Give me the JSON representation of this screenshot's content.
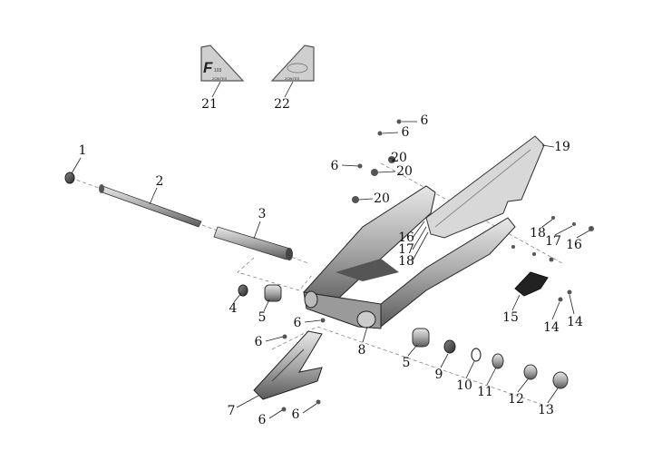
{
  "diagram": {
    "decals": [
      {
        "logo_text": "F",
        "sub_text": "ZONTES"
      },
      {
        "logo_text": "",
        "sub_text": "ZONTES"
      }
    ],
    "callouts": [
      {
        "label": "1"
      },
      {
        "label": "2"
      },
      {
        "label": "3"
      },
      {
        "label": "4"
      },
      {
        "label": "5"
      },
      {
        "label": "6"
      },
      {
        "label": "6"
      },
      {
        "label": "7"
      },
      {
        "label": "6"
      },
      {
        "label": "6"
      },
      {
        "label": "8"
      },
      {
        "label": "5"
      },
      {
        "label": "9"
      },
      {
        "label": "10"
      },
      {
        "label": "11"
      },
      {
        "label": "12"
      },
      {
        "label": "13"
      },
      {
        "label": "14"
      },
      {
        "label": "14"
      },
      {
        "label": "15"
      },
      {
        "label": "16"
      },
      {
        "label": "17"
      },
      {
        "label": "18"
      },
      {
        "label": "16"
      },
      {
        "label": "17"
      },
      {
        "label": "18"
      },
      {
        "label": "19"
      },
      {
        "label": "20"
      },
      {
        "label": "20"
      },
      {
        "label": "20"
      },
      {
        "label": "6"
      },
      {
        "label": "6"
      },
      {
        "label": "6"
      },
      {
        "label": "21"
      },
      {
        "label": "22"
      }
    ]
  }
}
